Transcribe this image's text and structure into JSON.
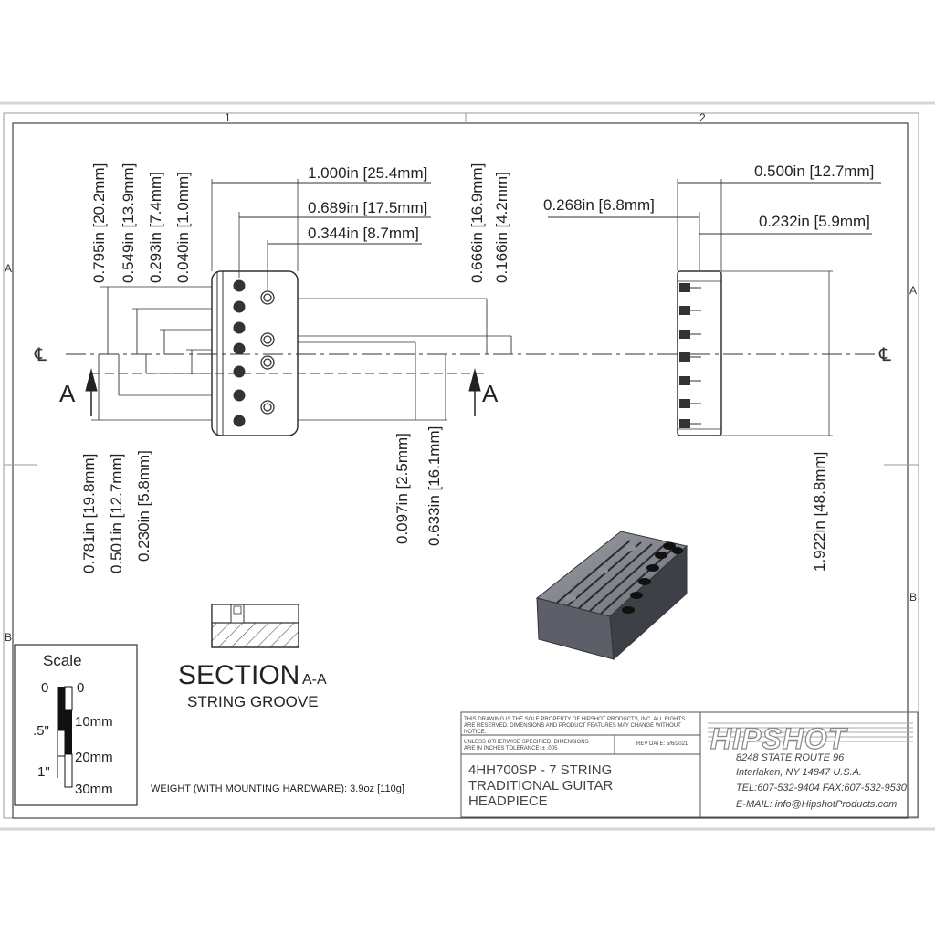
{
  "zone_labels": {
    "col1": "1",
    "col2": "2",
    "rowA": "A",
    "rowB": "B"
  },
  "centerline_symbol": "℄",
  "section_marker": "A",
  "front_view": {
    "top_dims": [
      "1.000in [25.4mm]",
      "0.689in [17.5mm]",
      "0.344in [8.7mm]"
    ],
    "left_upper_dims": [
      "0.795in [20.2mm]",
      "0.549in [13.9mm]",
      "0.293in [7.4mm]",
      "0.040in [1.0mm]"
    ],
    "right_upper_dims": [
      "0.666in [16.9mm]",
      "0.166in [4.2mm]"
    ],
    "left_lower_dims": [
      "0.781in [19.8mm]",
      "0.501in [12.7mm]",
      "0.230in [5.8mm]"
    ],
    "right_lower_dims": [
      "0.097in [2.5mm]",
      "0.633in [16.1mm]"
    ]
  },
  "side_view": {
    "top_dims": [
      "0.500in [12.7mm]",
      "0.268in [6.8mm]",
      "0.232in [5.9mm]"
    ],
    "height_dim": "1.922in [48.8mm]"
  },
  "section": {
    "title": "SECTION",
    "tag": "A-A",
    "subtitle": "STRING GROOVE"
  },
  "scale": {
    "title": "Scale",
    "inch_labels": [
      "0",
      ".5\"",
      "1\""
    ],
    "mm_labels": [
      "0",
      "10mm",
      "20mm",
      "30mm"
    ]
  },
  "weight_note": "WEIGHT (WITH MOUNTING HARDWARE): 3.9oz [110g]",
  "title_block": {
    "notice": "THIS DRAWING IS THE SOLE PROPERTY OF HIPSHOT PRODUCTS, INC. ALL RIGHTS ARE RESERVED. DIMENSIONS AND PRODUCT FEATURES MAY CHANGE WITHOUT NOTICE.",
    "tolerance": "UNLESS OTHERWISE SPECIFIED: DIMENSIONS ARE IN INCHES TOLERANCE: ± .005",
    "rev_date": "REV DATE: 5/6/2021",
    "part_lines": [
      "4HH700SP - 7 STRING",
      "TRADITIONAL GUITAR",
      "HEADPIECE"
    ],
    "brand": "HIPSHOT",
    "address": [
      "8248 STATE ROUTE 96",
      "Interlaken, NY 14847 U.S.A.",
      "TEL:607-532-9404 FAX:607-532-9530",
      "E-MAIL: info@HipshotProducts.com"
    ]
  }
}
